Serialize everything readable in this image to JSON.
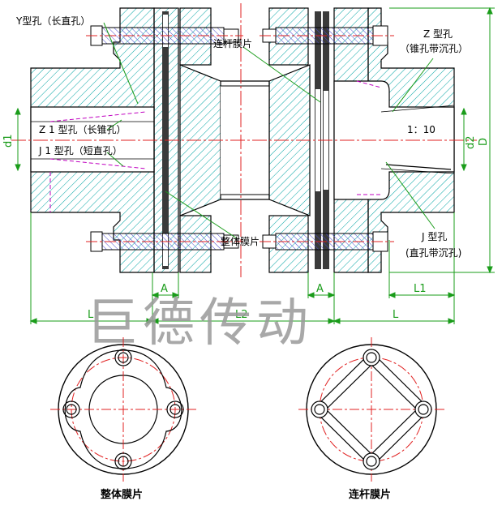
{
  "labels": {
    "y_type": "Y型孔（长直孔）",
    "link_membrane_top": "连杆膜片",
    "z_type_1": "Z 型孔",
    "z_type_2": "（锥孔带沉孔）",
    "z1_type": "Z 1 型孔（长锥孔）",
    "j1_type": "J 1 型孔（短直孔）",
    "taper": "1：10",
    "whole_membrane_mid": "整体膜片",
    "j_type_1": "J 型孔",
    "j_type_2": "(直孔带沉孔)"
  },
  "dimensions": {
    "d1": "d1",
    "d2": "d2",
    "D": "D",
    "A_left": "A",
    "A_right": "A",
    "L_left": "L",
    "L2": "L2",
    "L_right": "L",
    "L1": "L1"
  },
  "watermark": "巨德传动",
  "captions": {
    "left": "整体膜片",
    "right": "连杆膜片"
  },
  "colors": {
    "outline": "#000000",
    "hatch": "#00a3a3",
    "centerline": "#e02020",
    "dimension": "#1a9c1a",
    "hidden": "#c000c0",
    "bolt": "#ff2020",
    "leader": "#1a9c1a"
  }
}
